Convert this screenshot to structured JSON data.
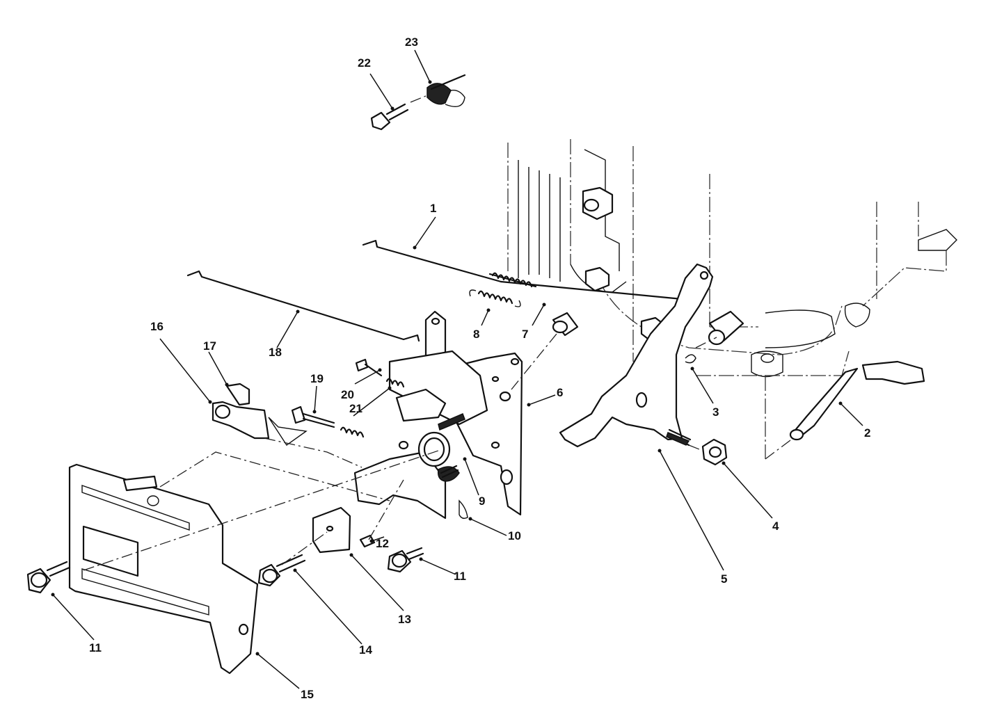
{
  "callouts": [
    {
      "id": "c1",
      "label": "1"
    },
    {
      "id": "c2",
      "label": "2"
    },
    {
      "id": "c3",
      "label": "3"
    },
    {
      "id": "c4",
      "label": "4"
    },
    {
      "id": "c5",
      "label": "5"
    },
    {
      "id": "c6",
      "label": "6"
    },
    {
      "id": "c7",
      "label": "7"
    },
    {
      "id": "c8",
      "label": "8"
    },
    {
      "id": "c9",
      "label": "9"
    },
    {
      "id": "c10",
      "label": "10"
    },
    {
      "id": "c11a",
      "label": "11"
    },
    {
      "id": "c11b",
      "label": "11"
    },
    {
      "id": "c12",
      "label": "12"
    },
    {
      "id": "c13",
      "label": "13"
    },
    {
      "id": "c14",
      "label": "14"
    },
    {
      "id": "c15",
      "label": "15"
    },
    {
      "id": "c16",
      "label": "16"
    },
    {
      "id": "c17",
      "label": "17"
    },
    {
      "id": "c18",
      "label": "18"
    },
    {
      "id": "c19",
      "label": "19"
    },
    {
      "id": "c20",
      "label": "20"
    },
    {
      "id": "c21",
      "label": "21"
    },
    {
      "id": "c22",
      "label": "22"
    },
    {
      "id": "c23",
      "label": "23"
    }
  ]
}
